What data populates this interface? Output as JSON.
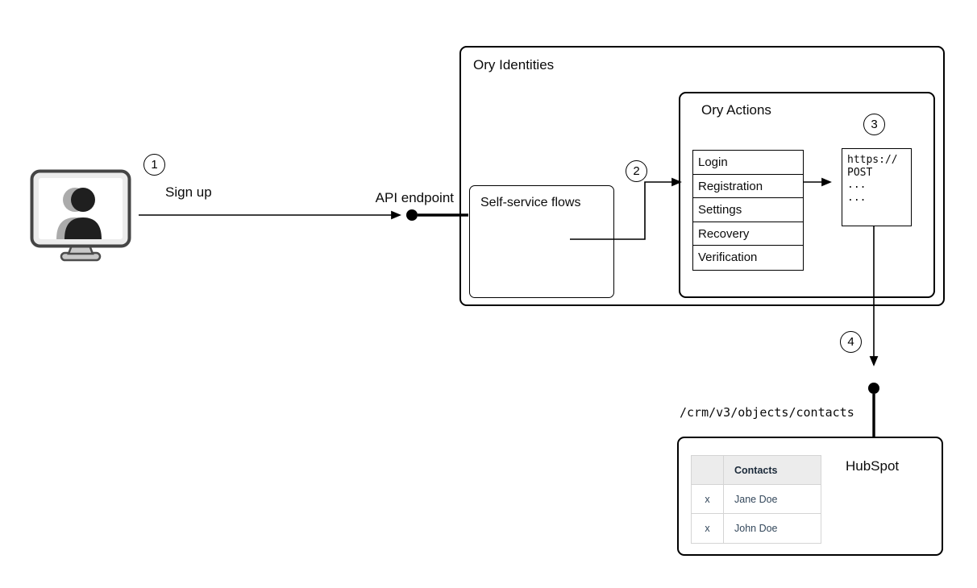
{
  "steps": [
    "1",
    "2",
    "3",
    "4"
  ],
  "labels": {
    "sign_up": "Sign up",
    "api_endpoint": "API endpoint",
    "crm_endpoint": "/crm/v3/objects/contacts"
  },
  "ory_identities": {
    "title": "Ory Identities",
    "self_service_flows": {
      "title": "Self-service flows"
    },
    "ory_actions": {
      "title": "Ory Actions",
      "flows": [
        "Login",
        "Registration",
        "Settings",
        "Recovery",
        "Verification"
      ],
      "webhook": {
        "lines": [
          "https://",
          "POST",
          "...",
          "..."
        ]
      }
    }
  },
  "hubspot": {
    "title": "HubSpot",
    "contacts_table": {
      "header": "Contacts",
      "rows": [
        {
          "mark": "x",
          "name": "Jane Doe"
        },
        {
          "mark": "x",
          "name": "John Doe"
        }
      ]
    }
  },
  "colors": {
    "line": "#000000",
    "box_border": "#000000",
    "contacts_border": "#d4d4d4",
    "contacts_header_bg": "#ececec",
    "background": "#ffffff"
  }
}
